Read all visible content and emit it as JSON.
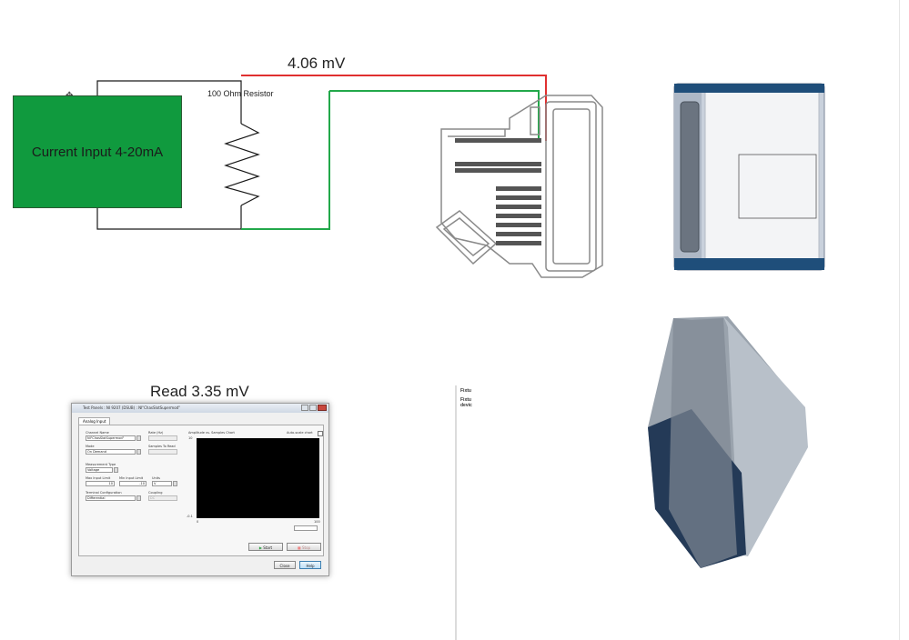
{
  "circuit": {
    "source_label": "Current Input 4-20mA",
    "resistor_label": "100 Ohm Resistor",
    "voltage_reading": "4.06 mV",
    "wire_colors": {
      "positive": "#e03030",
      "negative": "#22a84a",
      "ground": "#1a1a1a"
    }
  },
  "software_panel": {
    "caption": "Read 3.35 mV",
    "window_title": "Test Panels : NI 9207 (DSUB) : NI\"ChasSlotSupermod\"",
    "tab": "Analog Input",
    "fields": {
      "channel_name_label": "Channel Name",
      "channel_name_value": "NI\"ChasSlotSupermod\"",
      "mode_label": "Mode",
      "mode_value": "On Demand",
      "rate_label": "Rate (Hz)",
      "samples_label": "Samples To Read",
      "measurement_label": "Measurement Type",
      "measurement_value": "Voltage",
      "max_label": "Max Input Limit",
      "max_value": "10",
      "min_label": "Min Input Limit",
      "min_value": "-10",
      "units_label": "Units",
      "units_value": "V",
      "terminal_label": "Terminal Configuration",
      "terminal_value": "Differential",
      "coupling_label": "Coupling",
      "coupling_value": "DC"
    },
    "chart": {
      "title": "Amplitude vs. Samples Chart",
      "autoscale_label": "Auto-scale chart",
      "y_top": "10",
      "y_bottom": "-0.1",
      "x_left": "0",
      "x_right": "100"
    },
    "buttons": {
      "start": "Start",
      "stop": "Stop",
      "close": "Close",
      "help": "Help"
    }
  },
  "doc_snippet": {
    "line1": "Fixtu",
    "line2": "Fixtu",
    "line3": "devic"
  }
}
